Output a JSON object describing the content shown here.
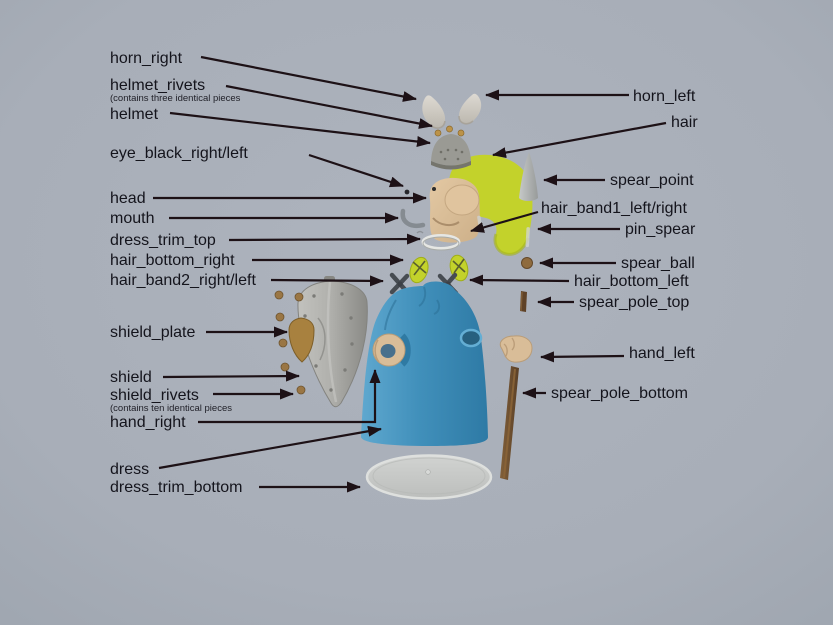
{
  "figure": {
    "type": "exploded-view-diagram",
    "background_color": "#a8aeb8",
    "line_color": "#1d1116",
    "text_color": "#14141c"
  },
  "labels_left": [
    {
      "id": "horn_right",
      "text": "horn_right"
    },
    {
      "id": "helmet_rivets",
      "text": "helmet_rivets",
      "note": "(contains three identical pieces"
    },
    {
      "id": "helmet",
      "text": "helmet"
    },
    {
      "id": "eye_black",
      "text": "eye_black_right/left"
    },
    {
      "id": "head",
      "text": "head"
    },
    {
      "id": "mouth",
      "text": "mouth"
    },
    {
      "id": "dress_trim_top",
      "text": "dress_trim_top"
    },
    {
      "id": "hair_bottom_right",
      "text": "hair_bottom_right"
    },
    {
      "id": "hair_band2",
      "text": "hair_band2_right/left"
    },
    {
      "id": "shield_plate",
      "text": "shield_plate"
    },
    {
      "id": "shield",
      "text": "shield"
    },
    {
      "id": "shield_rivets",
      "text": "shield_rivets",
      "note": "(contains ten identical pieces"
    },
    {
      "id": "hand_right",
      "text": "hand_right"
    },
    {
      "id": "dress",
      "text": "dress"
    },
    {
      "id": "dress_trim_bottom",
      "text": "dress_trim_bottom"
    }
  ],
  "labels_right": [
    {
      "id": "horn_left",
      "text": "horn_left"
    },
    {
      "id": "hair",
      "text": "hair"
    },
    {
      "id": "spear_point",
      "text": "spear_point"
    },
    {
      "id": "hair_band1",
      "text": "hair_band1_left/right"
    },
    {
      "id": "pin_spear",
      "text": "pin_spear"
    },
    {
      "id": "spear_ball",
      "text": "spear_ball"
    },
    {
      "id": "hair_bottom_left",
      "text": "hair_bottom_left"
    },
    {
      "id": "spear_pole_top",
      "text": "spear_pole_top"
    },
    {
      "id": "hand_left",
      "text": "hand_left"
    },
    {
      "id": "spear_pole_bottom",
      "text": "spear_pole_bottom"
    }
  ],
  "part_colors": {
    "horns": "#d6d3cb",
    "helmet": "#9a9a94",
    "rivets_gold": "#bc9349",
    "hair_yellow": "#c3d22b",
    "skin": "#d9bd98",
    "dress_blue": "#3f8fba",
    "shield_gray": "#a9a9a5",
    "shield_plate_brown": "#a8813f",
    "spear_pole_brown": "#6b4a2c",
    "trim_white": "#d6d8d6"
  }
}
